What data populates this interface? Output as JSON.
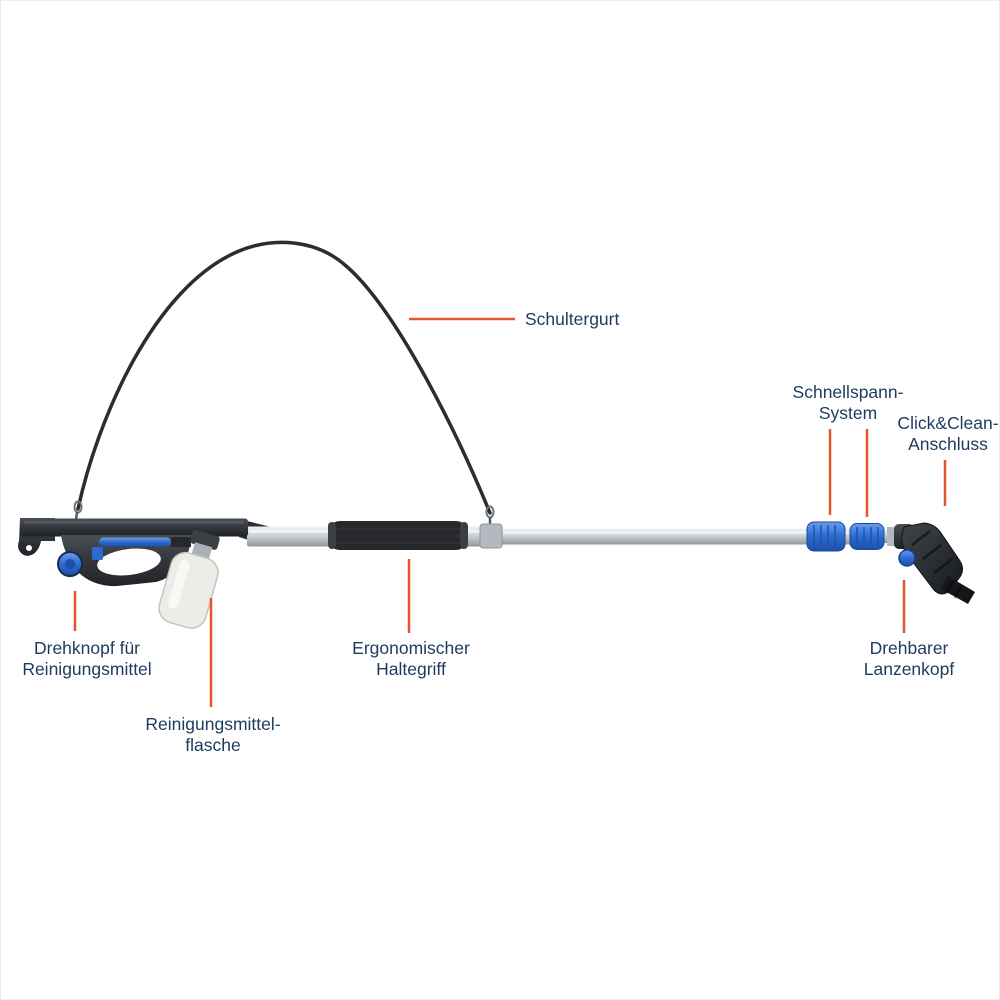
{
  "page": {
    "background": "#ffffff"
  },
  "colors": {
    "label_text": "#1e3a5f",
    "leader_line": "#e4572e",
    "accent_blue": "#2e6bd0",
    "pole_silver": "#c7ccd2",
    "body_dark": "#33373c",
    "strap_black": "#2b2d2f",
    "bottle_white": "#edece8"
  },
  "labels": {
    "schultergurt": "Schultergurt",
    "schnellspann_system": "Schnellspann-\nSystem",
    "click_clean_anschluss": "Click&Clean-\nAnschluss",
    "drehknopf_reinigungsmittel": "Drehknopf für\nReinigungsmittel",
    "reinigungsmittel_flasche": "Reinigungsmittel-\nflasche",
    "ergonomischer_haltegriff": "Ergonomischer\nHaltegriff",
    "drehbarer_lanzenkopf": "Drehbarer\nLanzenkopf"
  }
}
